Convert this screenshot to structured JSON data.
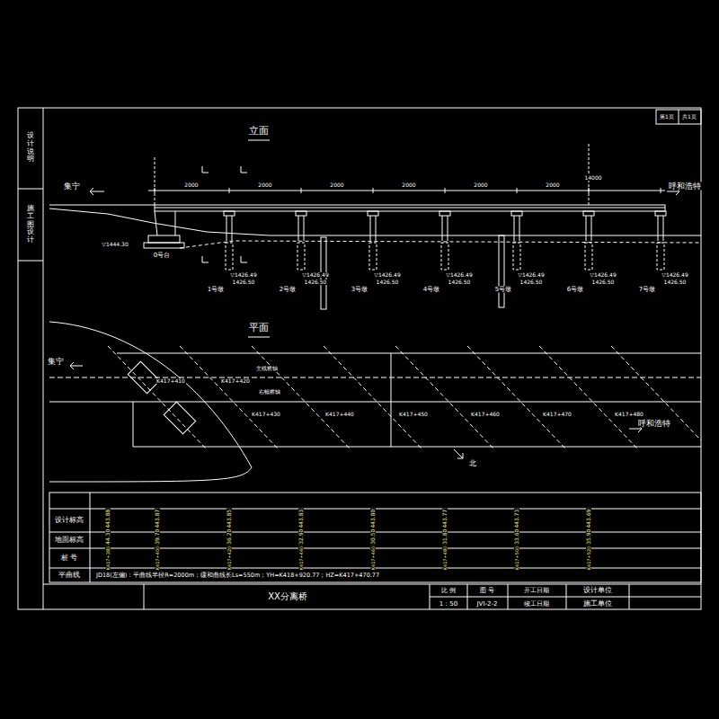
{
  "diagram": {
    "title": "XX分离桥",
    "labels": [
      "立面",
      "平面",
      "集宁",
      "呼和浩特",
      "集宁",
      "呼和浩特",
      "0号台",
      "1号墩",
      "2号墩",
      "3号墩",
      "4号墩",
      "5号墩",
      "6号墩",
      "7号墩",
      "▽1426.49",
      "▽1426.49",
      "▽1426.49",
      "▽1426.49",
      "▽1426.49",
      "▽1426.49",
      "▽1426.49",
      "1426.50",
      "1426.50",
      "1426.50",
      "1426.50",
      "1426.50",
      "1426.50",
      "1426.50",
      "▽1444.30",
      "2000",
      "2000",
      "2000",
      "2000",
      "2000",
      "2000",
      "14000",
      "K417+410",
      "K417+420",
      "K417+430",
      "K417+440",
      "K417+450",
      "K417+460",
      "K417+470",
      "K417+480",
      "主线桥轴",
      "右幅桥轴",
      "北",
      "设计标高",
      "地面标高",
      "桩 号",
      "平曲线",
      "JD18(左偏)：平曲线半径R=2000m；缓和曲线长Ls=550m；YH=K418+920.77；HZ=K417+470.77",
      "1443.88",
      "1443.87",
      "1443.85",
      "1443.83",
      "1443.80",
      "1443.77",
      "1443.73",
      "1443.69",
      "1444.30",
      "1439.70",
      "1436.20",
      "1432.90",
      "1430.50",
      "1431.80",
      "1433.60",
      "1435.90",
      "K417+380",
      "K417+400",
      "K417+420",
      "K417+440",
      "K417+460",
      "K417+480",
      "K417+500",
      "K417+520",
      "比 例",
      "1：50",
      "图 号",
      "JVI-2-2",
      "开工日期",
      "竣工日期",
      "设计单位",
      "施工单位",
      "第1页",
      "共1页",
      "设计说明",
      "施工图设计"
    ]
  }
}
